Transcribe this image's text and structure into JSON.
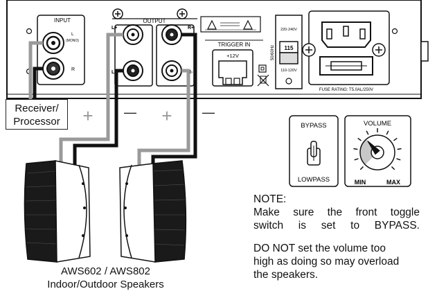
{
  "panel": {
    "input_title": "INPUT",
    "input_l": "L",
    "input_mono": "(MONO)",
    "input_r": "R",
    "output_title": "OUTPUT",
    "out_l_plus": "L+",
    "out_l_minus": "L-",
    "out_r_plus": "R+",
    "out_r_minus": "R-",
    "trigger_title": "TRIGGER IN",
    "trigger_voltage": "+12V",
    "voltage_high": "220-240V",
    "voltage_value": "115",
    "voltage_low": "110-120V",
    "frequency": "50/60Hz",
    "fuse_rating": "FUSE RATING: T5.0AL/250V"
  },
  "receiver_label": "Receiver/ Processor",
  "receiver_line1": "Receiver/",
  "receiver_line2": "Processor",
  "polarity": {
    "plus": "+",
    "minus": "—"
  },
  "bypass_switch": {
    "top_label": "BYPASS",
    "bottom_label": "LOWPASS"
  },
  "volume_knob": {
    "title": "VOLUME",
    "min_label": "MIN",
    "max_label": "MAX",
    "recommended_fraction": 0.35
  },
  "speakers_caption": {
    "line1": "AWS602 / AWS802",
    "line2": "Indoor/Outdoor Speakers"
  },
  "note": {
    "heading": "NOTE:",
    "line1": "Make sure the front toggle",
    "line2": "switch is set to BYPASS.",
    "warning_line1": "DO NOT set the volume too",
    "warning_line2": "high as doing so may overload",
    "warning_line3": "the speakers."
  }
}
